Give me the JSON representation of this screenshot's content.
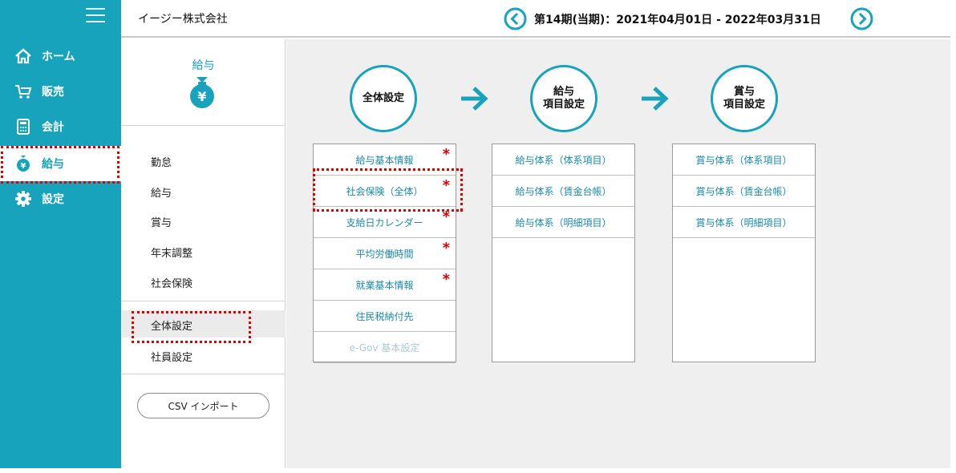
{
  "nav": {
    "items": [
      {
        "label": "ホーム",
        "icon": "home-icon"
      },
      {
        "label": "販売",
        "icon": "cart-icon"
      },
      {
        "label": "会計",
        "icon": "calculator-icon"
      },
      {
        "label": "給与",
        "icon": "money-bag-icon"
      },
      {
        "label": "設定",
        "icon": "gear-icon"
      }
    ],
    "active": "給与"
  },
  "header": {
    "company": "イージー株式会社",
    "period": "第14期(当期)：2021年04月01日 - 2022年03月31日"
  },
  "submenu": {
    "title": "給与",
    "items": [
      "勤怠",
      "給与",
      "賞与",
      "年末調整",
      "社会保険"
    ],
    "settings": [
      "全体設定",
      "社員設定"
    ],
    "csv_button": "CSV インポート"
  },
  "steps": [
    {
      "label": "全体設定"
    },
    {
      "label_line1": "給与",
      "label_line2": "項目設定"
    },
    {
      "label_line1": "賞与",
      "label_line2": "項目設定"
    }
  ],
  "panels": {
    "general": [
      {
        "label": "給与基本情報",
        "required": "*"
      },
      {
        "label": "社会保険（全体）",
        "required": "*"
      },
      {
        "label": "支給日カレンダー",
        "required": "*"
      },
      {
        "label": "平均労働時間",
        "required": "*"
      },
      {
        "label": "就業基本情報",
        "required": "*"
      },
      {
        "label": "住民税納付先",
        "required": ""
      },
      {
        "label": "e-Gov 基本設定",
        "required": ""
      }
    ],
    "salary": [
      {
        "label": "給与体系（体系項目）"
      },
      {
        "label": "給与体系（賃金台帳）"
      },
      {
        "label": "給与体系（明細項目）"
      }
    ],
    "bonus": [
      {
        "label": "賞与体系（体系項目）"
      },
      {
        "label": "賞与体系（賃金台帳）"
      },
      {
        "label": "賞与体系（明細項目）"
      }
    ]
  },
  "colors": {
    "accent": "#17a3bb",
    "highlight": "#e00000",
    "link": "#1a8aa8"
  }
}
